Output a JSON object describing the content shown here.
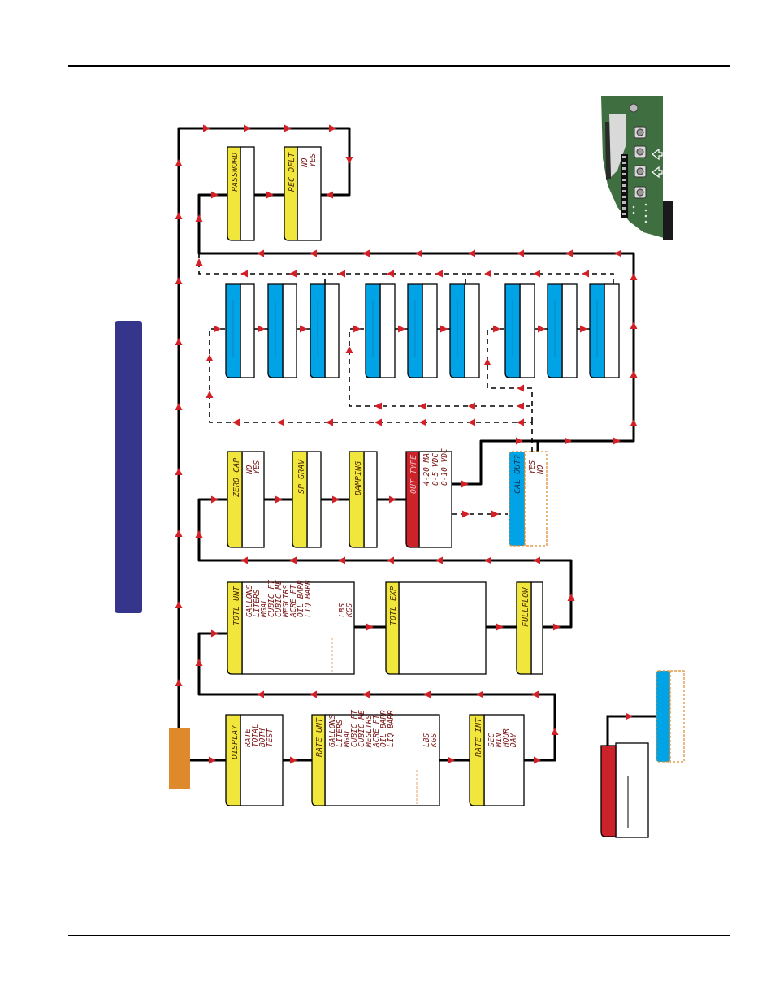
{
  "colors": {
    "yellow": "#f1e63c",
    "blue": "#00a3e6",
    "red": "#cc2229",
    "orange": "#de8a2c",
    "navy": "#35358c",
    "text": "#7a1414",
    "arrow": "#d32027"
  },
  "menus": {
    "display": {
      "title": "DISPLAY",
      "options": [
        "RATE",
        "TOTAL",
        "BOTH",
        "TEST"
      ]
    },
    "rate_unt": {
      "title": "RATE UNT",
      "options": [
        "GALLONS",
        "LITERS",
        "MGAL",
        "CUBIC FT",
        "CUBIC ME",
        "MEGLTRS",
        "ACRE FT",
        "OIL BARR",
        "LIQ BARR",
        "",
        "LBS",
        "KGS"
      ]
    },
    "rate_int": {
      "title": "RATE INT",
      "options": [
        "SEC",
        "MIN",
        "HOUR",
        "DAY"
      ]
    },
    "totl_unt": {
      "title": "TOTL UNT",
      "options": [
        "GALLONS",
        "LITERS",
        "MGAL",
        "CUBIC FT",
        "CUBIC ME",
        "MEGLTRS",
        "ACRE FT",
        "OIL BARR",
        "LIQ BARR",
        "",
        "LBS",
        "KGS"
      ]
    },
    "totl_exp": {
      "title": "TOTL EXP",
      "options": []
    },
    "fullflow": {
      "title": "FULLFLOW",
      "options": []
    },
    "zero_cap": {
      "title": "ZERO CAP",
      "options": [
        "NO",
        "YES"
      ]
    },
    "sp_grav": {
      "title": "SP GRAV",
      "options": []
    },
    "damping": {
      "title": "DAMPING",
      "options": []
    },
    "out_type": {
      "title": "OUT TYPE",
      "options": [
        "4-20 MA",
        "0-5 VDC",
        "0-10 VDC"
      ]
    },
    "cal_out": {
      "title": "CAL OUT?",
      "options": [
        "YES",
        "NO"
      ]
    },
    "password": {
      "title": "PASSWORD",
      "options": []
    },
    "rec_dflt": {
      "title": "REC DFLT",
      "options": [
        "NO",
        "YES"
      ]
    }
  }
}
